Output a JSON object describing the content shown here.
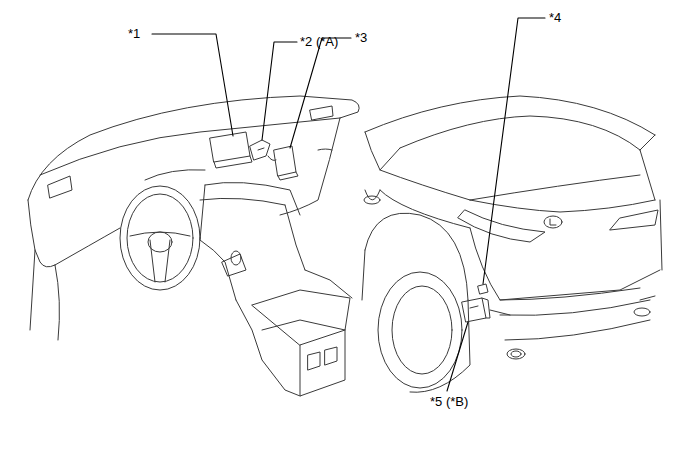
{
  "diagram": {
    "labels": [
      "*1",
      "*2 (*A)",
      "*3",
      "*4",
      "*5 (*B)"
    ]
  }
}
